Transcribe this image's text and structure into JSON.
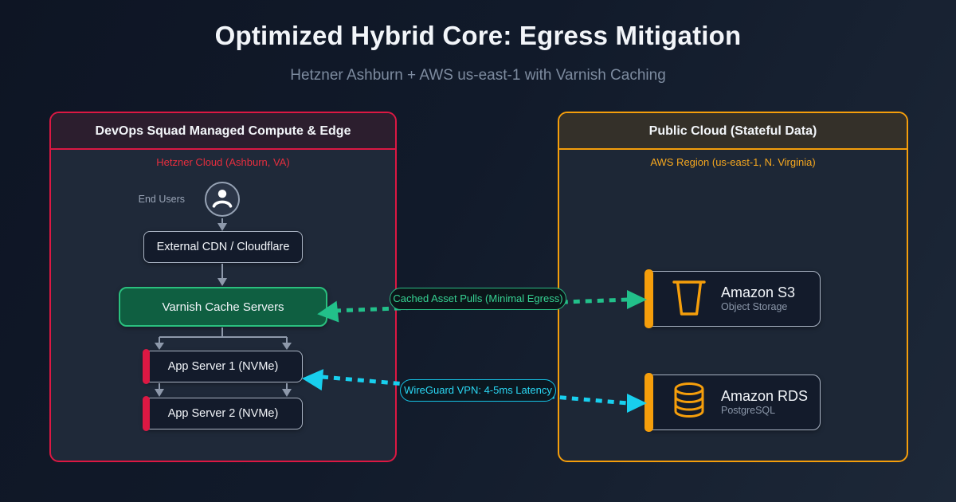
{
  "page": {
    "title": "Optimized Hybrid Core: Egress Mitigation",
    "subtitle": "Hetzner Ashburn + AWS us-east-1 with Varnish Caching"
  },
  "groups": {
    "hetzner": {
      "title": "DevOps Squad Managed Compute & Edge",
      "region_label": "Hetzner Cloud (Ashburn, VA)",
      "accent_color": "#dc1843"
    },
    "aws": {
      "title": "Public Cloud (Stateful Data)",
      "region_label": "AWS Region (us-east-1, N. Virginia)",
      "accent_color": "#f59e0b"
    }
  },
  "nodes": {
    "end_users": {
      "label": "End Users",
      "icon": "user-icon"
    },
    "cdn": {
      "label": "External CDN / Cloudflare"
    },
    "varnish": {
      "label": "Varnish Cache Servers",
      "fill_color": "#0f5f41",
      "border_color": "#2abf7e"
    },
    "app1": {
      "label": "App Server 1 (NVMe)",
      "accent_color": "#dc1843"
    },
    "app2": {
      "label": "App Server 2 (NVMe)",
      "accent_color": "#dc1843"
    },
    "s3": {
      "title": "Amazon S3",
      "subtitle": "Object Storage",
      "icon": "bucket-icon",
      "accent_color": "#f59e0b"
    },
    "rds": {
      "title": "Amazon RDS",
      "subtitle": "PostgreSQL",
      "icon": "database-icon",
      "accent_color": "#f59e0b"
    }
  },
  "connections": {
    "cached_pulls": {
      "label": "Cached Asset Pulls (Minimal Egress)",
      "color": "#22c08a",
      "from": "Varnish Cache Servers",
      "to": "Amazon S3",
      "style": "dashed"
    },
    "vpn": {
      "label": "WireGuard VPN: 4-5ms Latency",
      "color": "#18cfee",
      "from": "App Server 1 (NVMe)",
      "to": "Amazon RDS",
      "style": "dashed"
    }
  }
}
